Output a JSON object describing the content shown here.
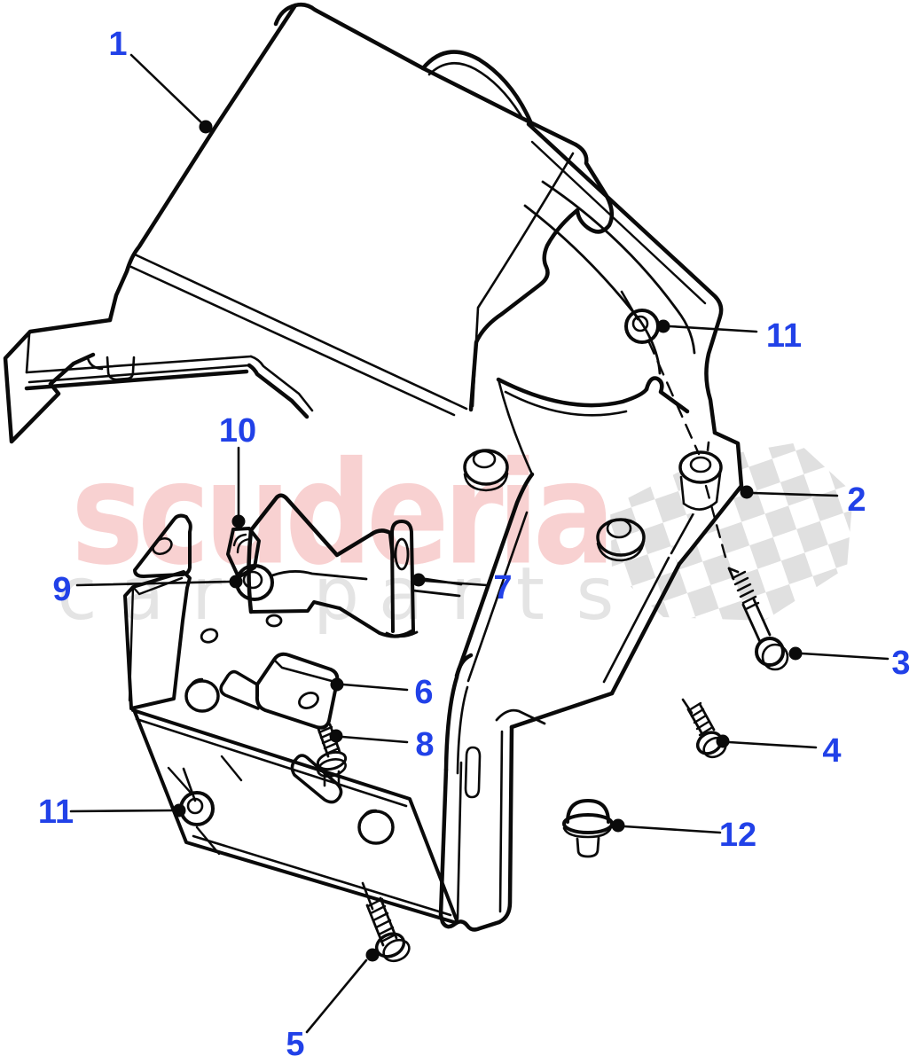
{
  "diagram": {
    "description": "Exploded parts diagram - steering column shrouds",
    "line_color": "#0a0a0a",
    "label_color": "#2141e8",
    "callouts": [
      {
        "id": "1",
        "label": "1"
      },
      {
        "id": "2",
        "label": "2"
      },
      {
        "id": "3",
        "label": "3"
      },
      {
        "id": "4",
        "label": "4"
      },
      {
        "id": "5",
        "label": "5"
      },
      {
        "id": "6",
        "label": "6"
      },
      {
        "id": "7",
        "label": "7"
      },
      {
        "id": "8",
        "label": "8"
      },
      {
        "id": "9",
        "label": "9"
      },
      {
        "id": "10",
        "label": "10"
      },
      {
        "id": "11a",
        "label": "11"
      },
      {
        "id": "11b",
        "label": "11"
      },
      {
        "id": "12",
        "label": "12"
      }
    ],
    "parts": [
      "upper-shroud",
      "lower-shroud",
      "bolt",
      "screw-small",
      "screw-bottom",
      "clamp",
      "bracket-tab",
      "stud-spring",
      "washer-ring",
      "nut",
      "flanged-screw",
      "grommet"
    ]
  },
  "watermark": {
    "brand": "scuderia",
    "sub_letters": [
      "c",
      "a",
      "r",
      "p",
      "a",
      "r",
      "t",
      "s"
    ],
    "brand_color": "#f8d1d1",
    "sub_color": "#e4e4e4",
    "flag_color": "#dadada"
  }
}
